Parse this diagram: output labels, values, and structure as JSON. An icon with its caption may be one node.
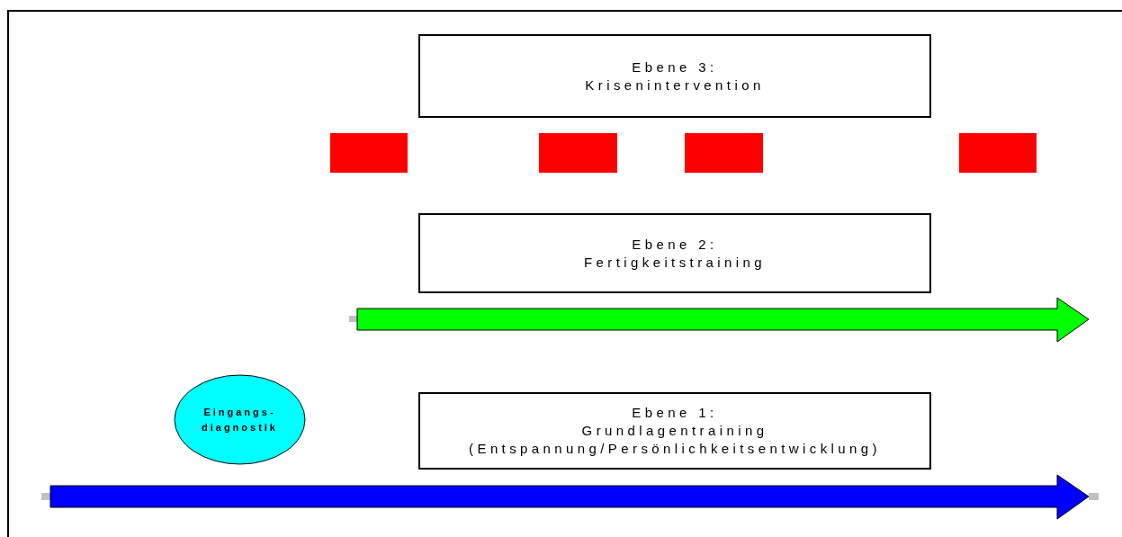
{
  "diagram": {
    "nodes": [
      {
        "text": [
          "Ebene 3:",
          "Krisenintervention"
        ]
      },
      {
        "text": [],
        "shape": "box"
      },
      {
        "text": [],
        "shape": "box"
      },
      {
        "text": [],
        "shape": "box"
      },
      {
        "text": [],
        "shape": "box"
      },
      {
        "text": [
          "Ebene 2:",
          "Fertigkeitstraining"
        ]
      },
      {
        "text": [
          "Eingangs- diagnostik"
        ]
      },
      {
        "text": [
          "Ebene 1:",
          "Grundlagentraining",
          "(Entspannung/Persönlichkeitsentwicklung)"
        ]
      }
    ],
    "edges": []
  }
}
